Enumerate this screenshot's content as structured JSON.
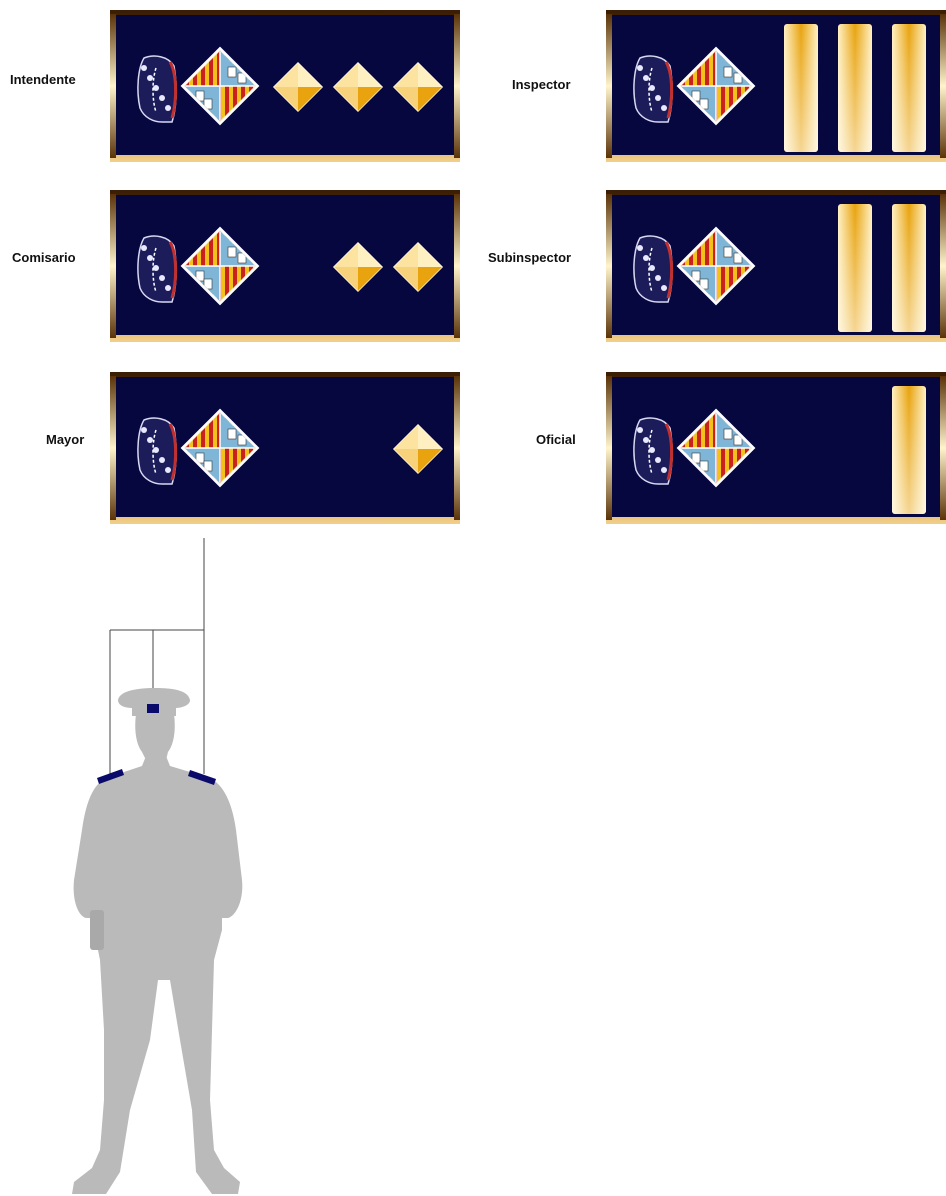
{
  "colors": {
    "board_blue": "#07073f",
    "gold_light": "#fff0c2",
    "gold_mid": "#f3c04a",
    "gold_dark": "#e8a30e",
    "frame": "#7a4a10",
    "silhouette": "#bababa",
    "epaulette": "#0a0a6a",
    "connector": "#444444"
  },
  "ranks": [
    {
      "key": "intendente",
      "label": "Intendente",
      "insignia": "diamond",
      "count": 3
    },
    {
      "key": "comisario",
      "label": "Comisario",
      "insignia": "diamond",
      "count": 2
    },
    {
      "key": "mayor",
      "label": "Mayor",
      "insignia": "diamond",
      "count": 1
    },
    {
      "key": "inspector",
      "label": "Inspector",
      "insignia": "bar",
      "count": 3
    },
    {
      "key": "subinspector",
      "label": "Subinspector",
      "insignia": "bar",
      "count": 2
    },
    {
      "key": "oficial",
      "label": "Oficial",
      "insignia": "bar",
      "count": 1
    }
  ],
  "emblem": "coat-of-arms-with-crown"
}
